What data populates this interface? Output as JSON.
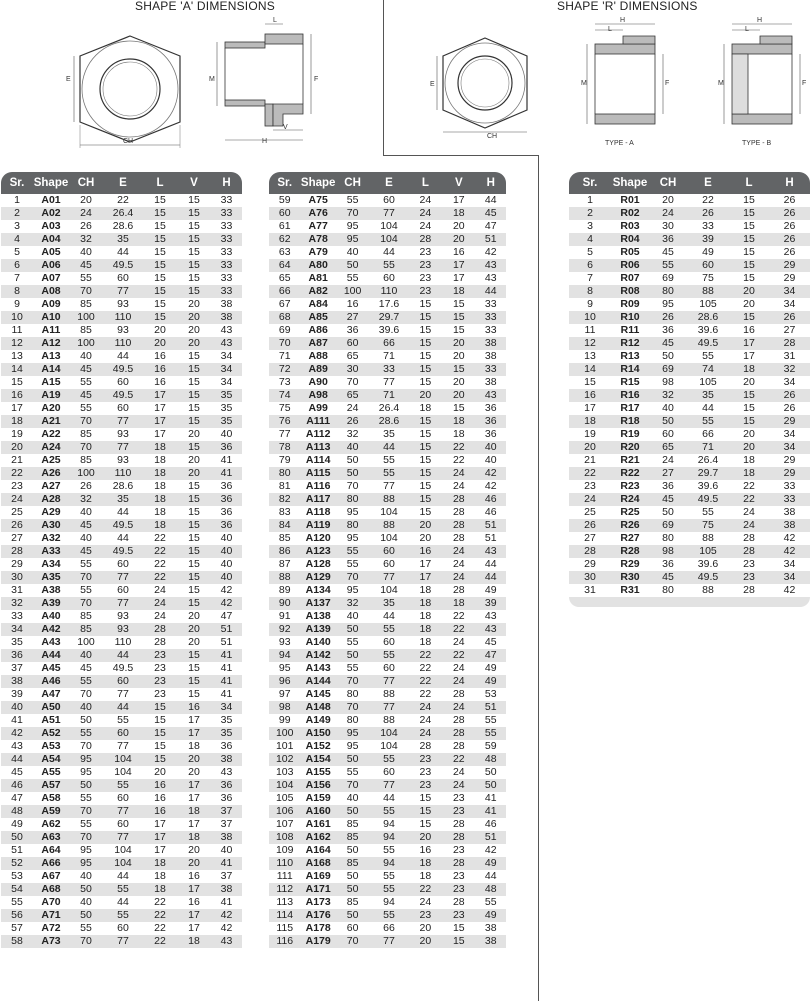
{
  "titles": {
    "shape_a": "SHAPE 'A' DIMENSIONS",
    "shape_r": "SHAPE 'R' DIMENSIONS"
  },
  "labels": {
    "E": "E",
    "CH": "CH",
    "L": "L",
    "M": "M",
    "F": "F",
    "H": "H",
    "V": "V",
    "type_a": "TYPE - A",
    "type_b": "TYPE - B"
  },
  "table_a_headers": [
    "Sr.",
    "Shape",
    "CH",
    "E",
    "L",
    "V",
    "H"
  ],
  "table_r_headers": [
    "Sr.",
    "Shape",
    "CH",
    "E",
    "L",
    "H"
  ],
  "table_a1": [
    [
      "1",
      "A01",
      "20",
      "22",
      "15",
      "15",
      "33"
    ],
    [
      "2",
      "A02",
      "24",
      "26.4",
      "15",
      "15",
      "33"
    ],
    [
      "3",
      "A03",
      "26",
      "28.6",
      "15",
      "15",
      "33"
    ],
    [
      "4",
      "A04",
      "32",
      "35",
      "15",
      "15",
      "33"
    ],
    [
      "5",
      "A05",
      "40",
      "44",
      "15",
      "15",
      "33"
    ],
    [
      "6",
      "A06",
      "45",
      "49.5",
      "15",
      "15",
      "33"
    ],
    [
      "7",
      "A07",
      "55",
      "60",
      "15",
      "15",
      "33"
    ],
    [
      "8",
      "A08",
      "70",
      "77",
      "15",
      "15",
      "33"
    ],
    [
      "9",
      "A09",
      "85",
      "93",
      "15",
      "20",
      "38"
    ],
    [
      "10",
      "A10",
      "100",
      "110",
      "15",
      "20",
      "38"
    ],
    [
      "11",
      "A11",
      "85",
      "93",
      "20",
      "20",
      "43"
    ],
    [
      "12",
      "A12",
      "100",
      "110",
      "20",
      "20",
      "43"
    ],
    [
      "13",
      "A13",
      "40",
      "44",
      "16",
      "15",
      "34"
    ],
    [
      "14",
      "A14",
      "45",
      "49.5",
      "16",
      "15",
      "34"
    ],
    [
      "15",
      "A15",
      "55",
      "60",
      "16",
      "15",
      "34"
    ],
    [
      "16",
      "A19",
      "45",
      "49.5",
      "17",
      "15",
      "35"
    ],
    [
      "17",
      "A20",
      "55",
      "60",
      "17",
      "15",
      "35"
    ],
    [
      "18",
      "A21",
      "70",
      "77",
      "17",
      "15",
      "35"
    ],
    [
      "19",
      "A22",
      "85",
      "93",
      "17",
      "20",
      "40"
    ],
    [
      "20",
      "A24",
      "70",
      "77",
      "18",
      "15",
      "36"
    ],
    [
      "21",
      "A25",
      "85",
      "93",
      "18",
      "20",
      "41"
    ],
    [
      "22",
      "A26",
      "100",
      "110",
      "18",
      "20",
      "41"
    ],
    [
      "23",
      "A27",
      "26",
      "28.6",
      "18",
      "15",
      "36"
    ],
    [
      "24",
      "A28",
      "32",
      "35",
      "18",
      "15",
      "36"
    ],
    [
      "25",
      "A29",
      "40",
      "44",
      "18",
      "15",
      "36"
    ],
    [
      "26",
      "A30",
      "45",
      "49.5",
      "18",
      "15",
      "36"
    ],
    [
      "27",
      "A32",
      "40",
      "44",
      "22",
      "15",
      "40"
    ],
    [
      "28",
      "A33",
      "45",
      "49.5",
      "22",
      "15",
      "40"
    ],
    [
      "29",
      "A34",
      "55",
      "60",
      "22",
      "15",
      "40"
    ],
    [
      "30",
      "A35",
      "70",
      "77",
      "22",
      "15",
      "40"
    ],
    [
      "31",
      "A38",
      "55",
      "60",
      "24",
      "15",
      "42"
    ],
    [
      "32",
      "A39",
      "70",
      "77",
      "24",
      "15",
      "42"
    ],
    [
      "33",
      "A40",
      "85",
      "93",
      "24",
      "20",
      "47"
    ],
    [
      "34",
      "A42",
      "85",
      "93",
      "28",
      "20",
      "51"
    ],
    [
      "35",
      "A43",
      "100",
      "110",
      "28",
      "20",
      "51"
    ],
    [
      "36",
      "A44",
      "40",
      "44",
      "23",
      "15",
      "41"
    ],
    [
      "37",
      "A45",
      "45",
      "49.5",
      "23",
      "15",
      "41"
    ],
    [
      "38",
      "A46",
      "55",
      "60",
      "23",
      "15",
      "41"
    ],
    [
      "39",
      "A47",
      "70",
      "77",
      "23",
      "15",
      "41"
    ],
    [
      "40",
      "A50",
      "40",
      "44",
      "15",
      "16",
      "34"
    ],
    [
      "41",
      "A51",
      "50",
      "55",
      "15",
      "17",
      "35"
    ],
    [
      "42",
      "A52",
      "55",
      "60",
      "15",
      "17",
      "35"
    ],
    [
      "43",
      "A53",
      "70",
      "77",
      "15",
      "18",
      "36"
    ],
    [
      "44",
      "A54",
      "95",
      "104",
      "15",
      "20",
      "38"
    ],
    [
      "45",
      "A55",
      "95",
      "104",
      "20",
      "20",
      "43"
    ],
    [
      "46",
      "A57",
      "50",
      "55",
      "16",
      "17",
      "36"
    ],
    [
      "47",
      "A58",
      "55",
      "60",
      "16",
      "17",
      "36"
    ],
    [
      "48",
      "A59",
      "70",
      "77",
      "16",
      "18",
      "37"
    ],
    [
      "49",
      "A62",
      "55",
      "60",
      "17",
      "17",
      "37"
    ],
    [
      "50",
      "A63",
      "70",
      "77",
      "17",
      "18",
      "38"
    ],
    [
      "51",
      "A64",
      "95",
      "104",
      "17",
      "20",
      "40"
    ],
    [
      "52",
      "A66",
      "95",
      "104",
      "18",
      "20",
      "41"
    ],
    [
      "53",
      "A67",
      "40",
      "44",
      "18",
      "16",
      "37"
    ],
    [
      "54",
      "A68",
      "50",
      "55",
      "18",
      "17",
      "38"
    ],
    [
      "55",
      "A70",
      "40",
      "44",
      "22",
      "16",
      "41"
    ],
    [
      "56",
      "A71",
      "50",
      "55",
      "22",
      "17",
      "42"
    ],
    [
      "57",
      "A72",
      "55",
      "60",
      "22",
      "17",
      "42"
    ],
    [
      "58",
      "A73",
      "70",
      "77",
      "22",
      "18",
      "43"
    ]
  ],
  "table_a2": [
    [
      "59",
      "A75",
      "55",
      "60",
      "24",
      "17",
      "44"
    ],
    [
      "60",
      "A76",
      "70",
      "77",
      "24",
      "18",
      "45"
    ],
    [
      "61",
      "A77",
      "95",
      "104",
      "24",
      "20",
      "47"
    ],
    [
      "62",
      "A78",
      "95",
      "104",
      "28",
      "20",
      "51"
    ],
    [
      "63",
      "A79",
      "40",
      "44",
      "23",
      "16",
      "42"
    ],
    [
      "64",
      "A80",
      "50",
      "55",
      "23",
      "17",
      "43"
    ],
    [
      "65",
      "A81",
      "55",
      "60",
      "23",
      "17",
      "43"
    ],
    [
      "66",
      "A82",
      "100",
      "110",
      "23",
      "18",
      "44"
    ],
    [
      "67",
      "A84",
      "16",
      "17.6",
      "15",
      "15",
      "33"
    ],
    [
      "68",
      "A85",
      "27",
      "29.7",
      "15",
      "15",
      "33"
    ],
    [
      "69",
      "A86",
      "36",
      "39.6",
      "15",
      "15",
      "33"
    ],
    [
      "70",
      "A87",
      "60",
      "66",
      "15",
      "20",
      "38"
    ],
    [
      "71",
      "A88",
      "65",
      "71",
      "15",
      "20",
      "38"
    ],
    [
      "72",
      "A89",
      "30",
      "33",
      "15",
      "15",
      "33"
    ],
    [
      "73",
      "A90",
      "70",
      "77",
      "15",
      "20",
      "38"
    ],
    [
      "74",
      "A98",
      "65",
      "71",
      "20",
      "20",
      "43"
    ],
    [
      "75",
      "A99",
      "24",
      "26.4",
      "18",
      "15",
      "36"
    ],
    [
      "76",
      "A111",
      "26",
      "28.6",
      "15",
      "18",
      "36"
    ],
    [
      "77",
      "A112",
      "32",
      "35",
      "15",
      "18",
      "36"
    ],
    [
      "78",
      "A113",
      "40",
      "44",
      "15",
      "22",
      "40"
    ],
    [
      "79",
      "A114",
      "50",
      "55",
      "15",
      "22",
      "40"
    ],
    [
      "80",
      "A115",
      "50",
      "55",
      "15",
      "24",
      "42"
    ],
    [
      "81",
      "A116",
      "70",
      "77",
      "15",
      "24",
      "42"
    ],
    [
      "82",
      "A117",
      "80",
      "88",
      "15",
      "28",
      "46"
    ],
    [
      "83",
      "A118",
      "95",
      "104",
      "15",
      "28",
      "46"
    ],
    [
      "84",
      "A119",
      "80",
      "88",
      "20",
      "28",
      "51"
    ],
    [
      "85",
      "A120",
      "95",
      "104",
      "20",
      "28",
      "51"
    ],
    [
      "86",
      "A123",
      "55",
      "60",
      "16",
      "24",
      "43"
    ],
    [
      "87",
      "A128",
      "55",
      "60",
      "17",
      "24",
      "44"
    ],
    [
      "88",
      "A129",
      "70",
      "77",
      "17",
      "24",
      "44"
    ],
    [
      "89",
      "A134",
      "95",
      "104",
      "18",
      "28",
      "49"
    ],
    [
      "90",
      "A137",
      "32",
      "35",
      "18",
      "18",
      "39"
    ],
    [
      "91",
      "A138",
      "40",
      "44",
      "18",
      "22",
      "43"
    ],
    [
      "92",
      "A139",
      "50",
      "55",
      "18",
      "22",
      "43"
    ],
    [
      "93",
      "A140",
      "55",
      "60",
      "18",
      "24",
      "45"
    ],
    [
      "94",
      "A142",
      "50",
      "55",
      "22",
      "22",
      "47"
    ],
    [
      "95",
      "A143",
      "55",
      "60",
      "22",
      "24",
      "49"
    ],
    [
      "96",
      "A144",
      "70",
      "77",
      "22",
      "24",
      "49"
    ],
    [
      "97",
      "A145",
      "80",
      "88",
      "22",
      "28",
      "53"
    ],
    [
      "98",
      "A148",
      "70",
      "77",
      "24",
      "24",
      "51"
    ],
    [
      "99",
      "A149",
      "80",
      "88",
      "24",
      "28",
      "55"
    ],
    [
      "100",
      "A150",
      "95",
      "104",
      "24",
      "28",
      "55"
    ],
    [
      "101",
      "A152",
      "95",
      "104",
      "28",
      "28",
      "59"
    ],
    [
      "102",
      "A154",
      "50",
      "55",
      "23",
      "22",
      "48"
    ],
    [
      "103",
      "A155",
      "55",
      "60",
      "23",
      "24",
      "50"
    ],
    [
      "104",
      "A156",
      "70",
      "77",
      "23",
      "24",
      "50"
    ],
    [
      "105",
      "A159",
      "40",
      "44",
      "15",
      "23",
      "41"
    ],
    [
      "106",
      "A160",
      "50",
      "55",
      "15",
      "23",
      "41"
    ],
    [
      "107",
      "A161",
      "85",
      "94",
      "15",
      "28",
      "46"
    ],
    [
      "108",
      "A162",
      "85",
      "94",
      "20",
      "28",
      "51"
    ],
    [
      "109",
      "A164",
      "50",
      "55",
      "16",
      "23",
      "42"
    ],
    [
      "110",
      "A168",
      "85",
      "94",
      "18",
      "28",
      "49"
    ],
    [
      "111",
      "A169",
      "50",
      "55",
      "18",
      "23",
      "44"
    ],
    [
      "112",
      "A171",
      "50",
      "55",
      "22",
      "23",
      "48"
    ],
    [
      "113",
      "A173",
      "85",
      "94",
      "24",
      "28",
      "55"
    ],
    [
      "114",
      "A176",
      "50",
      "55",
      "23",
      "23",
      "49"
    ],
    [
      "115",
      "A178",
      "60",
      "66",
      "20",
      "15",
      "38"
    ],
    [
      "116",
      "A179",
      "70",
      "77",
      "20",
      "15",
      "38"
    ]
  ],
  "table_r": [
    [
      "1",
      "R01",
      "20",
      "22",
      "15",
      "26"
    ],
    [
      "2",
      "R02",
      "24",
      "26",
      "15",
      "26"
    ],
    [
      "3",
      "R03",
      "30",
      "33",
      "15",
      "26"
    ],
    [
      "4",
      "R04",
      "36",
      "39",
      "15",
      "26"
    ],
    [
      "5",
      "R05",
      "45",
      "49",
      "15",
      "26"
    ],
    [
      "6",
      "R06",
      "55",
      "60",
      "15",
      "29"
    ],
    [
      "7",
      "R07",
      "69",
      "75",
      "15",
      "29"
    ],
    [
      "8",
      "R08",
      "80",
      "88",
      "20",
      "34"
    ],
    [
      "9",
      "R09",
      "95",
      "105",
      "20",
      "34"
    ],
    [
      "10",
      "R10",
      "26",
      "28.6",
      "15",
      "26"
    ],
    [
      "11",
      "R11",
      "36",
      "39.6",
      "16",
      "27"
    ],
    [
      "12",
      "R12",
      "45",
      "49.5",
      "17",
      "28"
    ],
    [
      "13",
      "R13",
      "50",
      "55",
      "17",
      "31"
    ],
    [
      "14",
      "R14",
      "69",
      "74",
      "18",
      "32"
    ],
    [
      "15",
      "R15",
      "98",
      "105",
      "20",
      "34"
    ],
    [
      "16",
      "R16",
      "32",
      "35",
      "15",
      "26"
    ],
    [
      "17",
      "R17",
      "40",
      "44",
      "15",
      "26"
    ],
    [
      "18",
      "R18",
      "50",
      "55",
      "15",
      "29"
    ],
    [
      "19",
      "R19",
      "60",
      "66",
      "20",
      "34"
    ],
    [
      "20",
      "R20",
      "65",
      "71",
      "20",
      "34"
    ],
    [
      "21",
      "R21",
      "24",
      "26.4",
      "18",
      "29"
    ],
    [
      "22",
      "R22",
      "27",
      "29.7",
      "18",
      "29"
    ],
    [
      "23",
      "R23",
      "36",
      "39.6",
      "22",
      "33"
    ],
    [
      "24",
      "R24",
      "45",
      "49.5",
      "22",
      "33"
    ],
    [
      "25",
      "R25",
      "50",
      "55",
      "24",
      "38"
    ],
    [
      "26",
      "R26",
      "69",
      "75",
      "24",
      "38"
    ],
    [
      "27",
      "R27",
      "80",
      "88",
      "28",
      "42"
    ],
    [
      "28",
      "R28",
      "98",
      "105",
      "28",
      "42"
    ],
    [
      "29",
      "R29",
      "36",
      "39.6",
      "23",
      "34"
    ],
    [
      "30",
      "R30",
      "45",
      "49.5",
      "23",
      "34"
    ],
    [
      "31",
      "R31",
      "80",
      "88",
      "28",
      "42"
    ]
  ]
}
